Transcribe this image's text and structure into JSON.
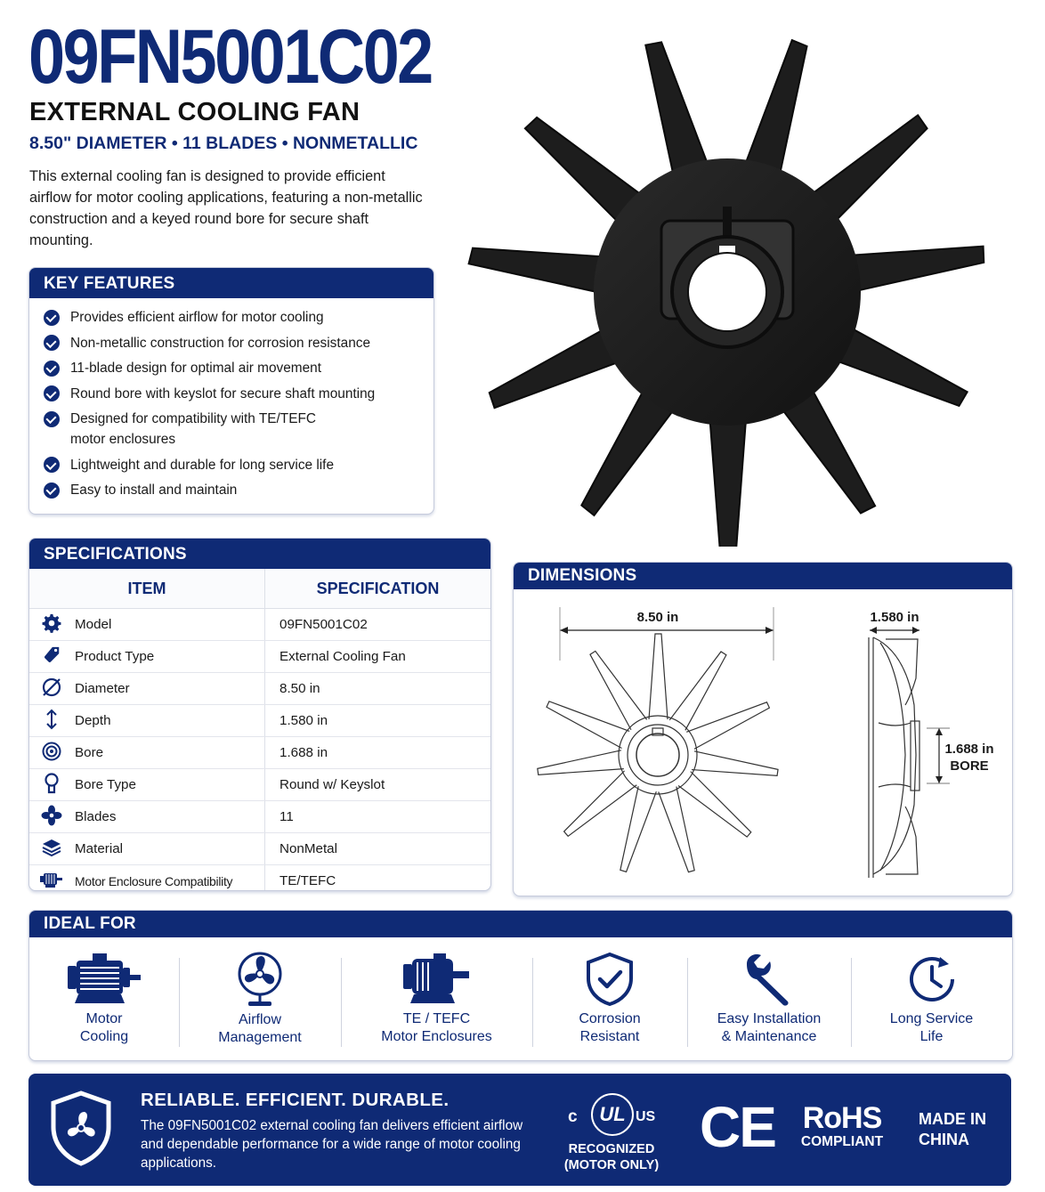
{
  "product": {
    "title": "09FN5001C02",
    "subtitle": "EXTERNAL COOLING FAN",
    "tagline": "8.50\" DIAMETER • 11 BLADES • NONMETALLIC",
    "description": "This external cooling fan is designed to provide efficient airflow for motor cooling applications, featuring a non-metallic construction and a keyed round bore for secure shaft mounting."
  },
  "features": {
    "heading": "KEY FEATURES",
    "items": [
      {
        "text": "Provides efficient airflow for motor cooling",
        "icon": "check-circle-icon"
      },
      {
        "text": "Non-metallic construction for corrosion resistance",
        "icon": "check-circle-icon"
      },
      {
        "text": "11-blade design for optimal air movement",
        "icon": "check-circle-icon"
      },
      {
        "text": "Round bore with keyslot for secure shaft mounting",
        "icon": "check-circle-icon"
      },
      {
        "text": "Designed for compatibility with TE/TEFC",
        "text2": "motor enclosures",
        "icon": "check-circle-icon"
      },
      {
        "text": "Lightweight and durable for long service life",
        "icon": "check-circle-icon"
      },
      {
        "text": "Easy to install and maintain",
        "icon": "check-circle-icon"
      }
    ]
  },
  "specs": {
    "heading": "SPECIFICATIONS",
    "col_item": "ITEM",
    "col_spec": "SPECIFICATION",
    "rows": [
      {
        "name": "Model",
        "value": "09FN5001C02",
        "icon": "gear-icon"
      },
      {
        "name": "Product Type",
        "value": "External Cooling Fan",
        "icon": "tag-icon"
      },
      {
        "name": "Diameter",
        "value": "8.50 in",
        "icon": "diameter-icon"
      },
      {
        "name": "Depth",
        "value": "1.580 in",
        "icon": "vertical-arrows-icon"
      },
      {
        "name": "Bore",
        "value": "1.688 in",
        "icon": "target-icon"
      },
      {
        "name": "Bore Type",
        "value": "Round w/ Keyslot",
        "icon": "keyhole-icon"
      },
      {
        "name": "Blades",
        "value": "11",
        "icon": "fan-icon"
      },
      {
        "name": "Material",
        "value": "NonMetal",
        "icon": "layers-icon"
      },
      {
        "name": "Motor Enclosure Compatibility",
        "value": "TE/TEFC",
        "icon": "motor-icon"
      }
    ]
  },
  "dimensions": {
    "heading": "DIMENSIONS",
    "diameter_label": "8.50 in",
    "depth_label": "1.580 in",
    "bore_label": "1.688 in",
    "bore_caption": "BORE"
  },
  "ideal_for": {
    "heading": "IDEAL FOR",
    "items": [
      {
        "line1": "Motor",
        "line2": "Cooling",
        "icon": "electric-motor-icon"
      },
      {
        "line1": "Airflow",
        "line2": "Management",
        "icon": "desk-fan-icon"
      },
      {
        "line1": "TE / TEFC",
        "line2": "Motor Enclosures",
        "icon": "tefc-motor-icon"
      },
      {
        "line1": "Corrosion",
        "line2": "Resistant",
        "icon": "shield-check-icon"
      },
      {
        "line1": "Easy Installation",
        "line2": "& Maintenance",
        "icon": "wrench-icon"
      },
      {
        "line1": "Long Service",
        "line2": "Life",
        "icon": "clock-icon"
      }
    ]
  },
  "footer": {
    "heading": "RELIABLE. EFFICIENT. DURABLE.",
    "text": "The 09FN5001C02 external cooling fan delivers efficient airflow and dependable performance for a wide range of motor cooling applications.",
    "ul_c": "c",
    "ul_mark": "UL",
    "ul_us": "US",
    "ul_line1": "RECOGNIZED",
    "ul_line2": "(MOTOR ONLY)",
    "ce_mark": "CE",
    "rohs_line1": "RoHS",
    "rohs_line2": "COMPLIANT",
    "origin_line1": "MADE IN",
    "origin_line2": "CHINA"
  },
  "colors": {
    "navy": "#0f2a75",
    "fan_black": "#1b1b1b",
    "border": "#c6cbdc"
  }
}
